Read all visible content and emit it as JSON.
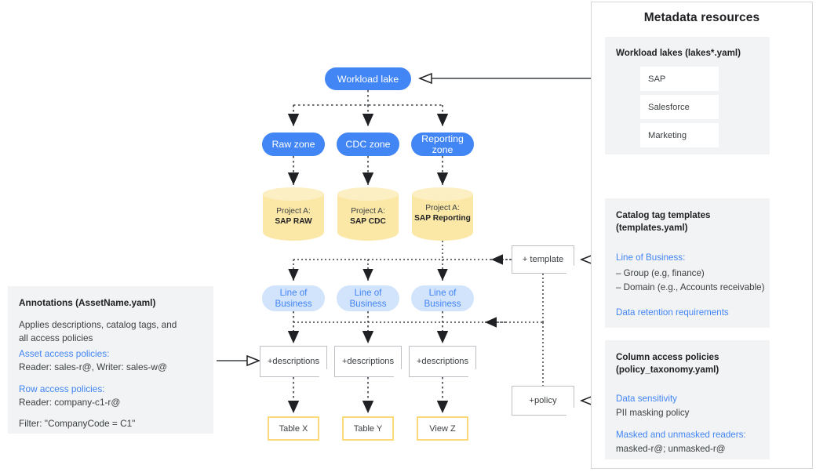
{
  "metadata_panel": {
    "title": "Metadata resources",
    "workload_lakes": {
      "heading": "Workload lakes (lakes*.yaml)",
      "items": [
        "SAP",
        "Salesforce",
        "Marketing"
      ]
    },
    "catalog_templates": {
      "heading_line1": "Catalog tag templates",
      "heading_line2": "(templates.yaml)",
      "blue_1": "Line of Business:",
      "bullet_1": "– Group (e.g, finance)",
      "bullet_2": "– Domain (e.g., Accounts receivable)",
      "blue_2": "Data retention requirements"
    },
    "column_policies": {
      "heading_line1": "Column access policies",
      "heading_line2": "(policy_taxonomy.yaml)",
      "blue_1": "Data sensitivity",
      "text_1": "PII masking policy",
      "blue_2": "Masked and unmasked readers:",
      "text_2": "masked-r@; unmasked-r@"
    }
  },
  "annotations_panel": {
    "heading": "Annotations (AssetName.yaml)",
    "description_line1": "Applies descriptions, catalog tags, and",
    "description_line2": "all access policies",
    "asset_label": "Asset access policies:",
    "asset_value": "Reader: sales-r@, Writer: sales-w@",
    "row_label": "Row access policies:",
    "row_value": "Reader: company-c1-r@",
    "filter_value": "Filter: \"CompanyCode = C1\""
  },
  "flow": {
    "workload_lake": "Workload lake",
    "zones": [
      "Raw zone",
      "CDC zone",
      "Reporting zone"
    ],
    "projects": [
      {
        "line1": "Project A:",
        "line2": "SAP RAW"
      },
      {
        "line1": "Project A:",
        "line2": "SAP CDC"
      },
      {
        "line1": "Project A:",
        "line2": "SAP Reporting"
      }
    ],
    "lob": [
      "Line of Business",
      "Line of Business",
      "Line of Business"
    ],
    "descriptions": [
      "+descriptions",
      "+descriptions",
      "+descriptions"
    ],
    "outputs": [
      "Table X",
      "Table Y",
      "View Z"
    ],
    "template_note": "+ template",
    "policy_note": "+policy"
  },
  "colors": {
    "blue": "#4285f4",
    "light_blue": "#d2e3fc",
    "yellow": "#fce8a6",
    "yellow_border": "#fcd97a",
    "panel_grey": "#f1f3f4",
    "text_dark": "#3c4043"
  }
}
